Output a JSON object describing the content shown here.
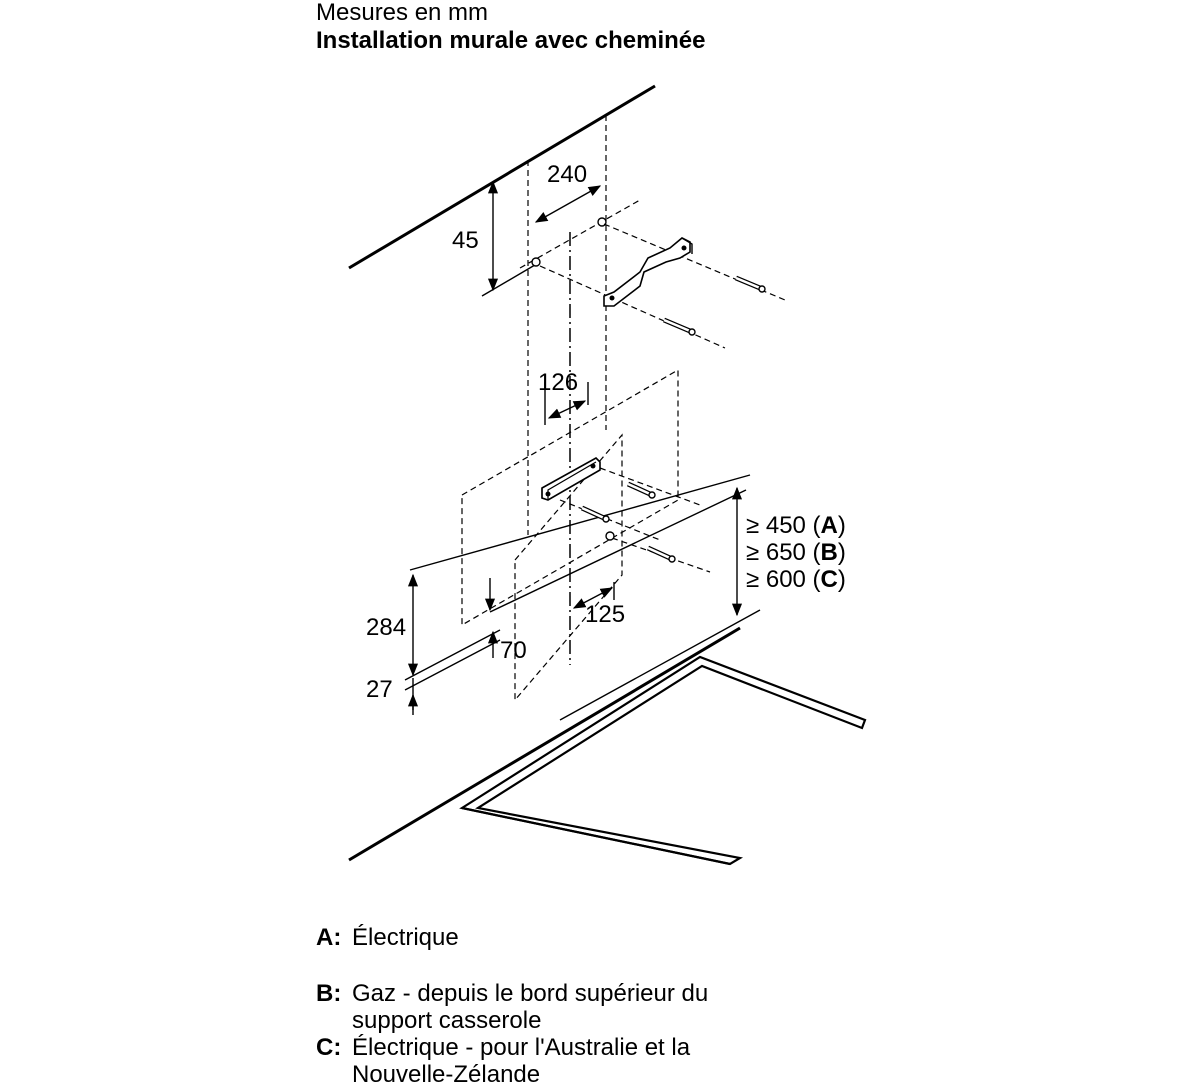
{
  "header": {
    "units": "Mesures en mm",
    "title": "Installation murale avec cheminée"
  },
  "dimensions": {
    "d240": "240",
    "d45": "45",
    "d126": "126",
    "d125": "125",
    "d284": "284",
    "d70": "70",
    "d27": "27"
  },
  "clearances": [
    {
      "prefix": "≥ 450 (",
      "key": "A",
      "suffix": ")"
    },
    {
      "prefix": "≥ 650 (",
      "key": "B",
      "suffix": ")"
    },
    {
      "prefix": "≥ 600 (",
      "key": "C",
      "suffix": ")"
    }
  ],
  "legend": {
    "a_key": "A:",
    "a_text": "Électrique",
    "b_key": "B:",
    "b_line1": "Gaz - depuis le bord supérieur du",
    "b_line2": "support casserole",
    "c_key": "C:",
    "c_line1": "Électrique - pour l'Australie et la",
    "c_line2": "Nouvelle-Zélande"
  }
}
